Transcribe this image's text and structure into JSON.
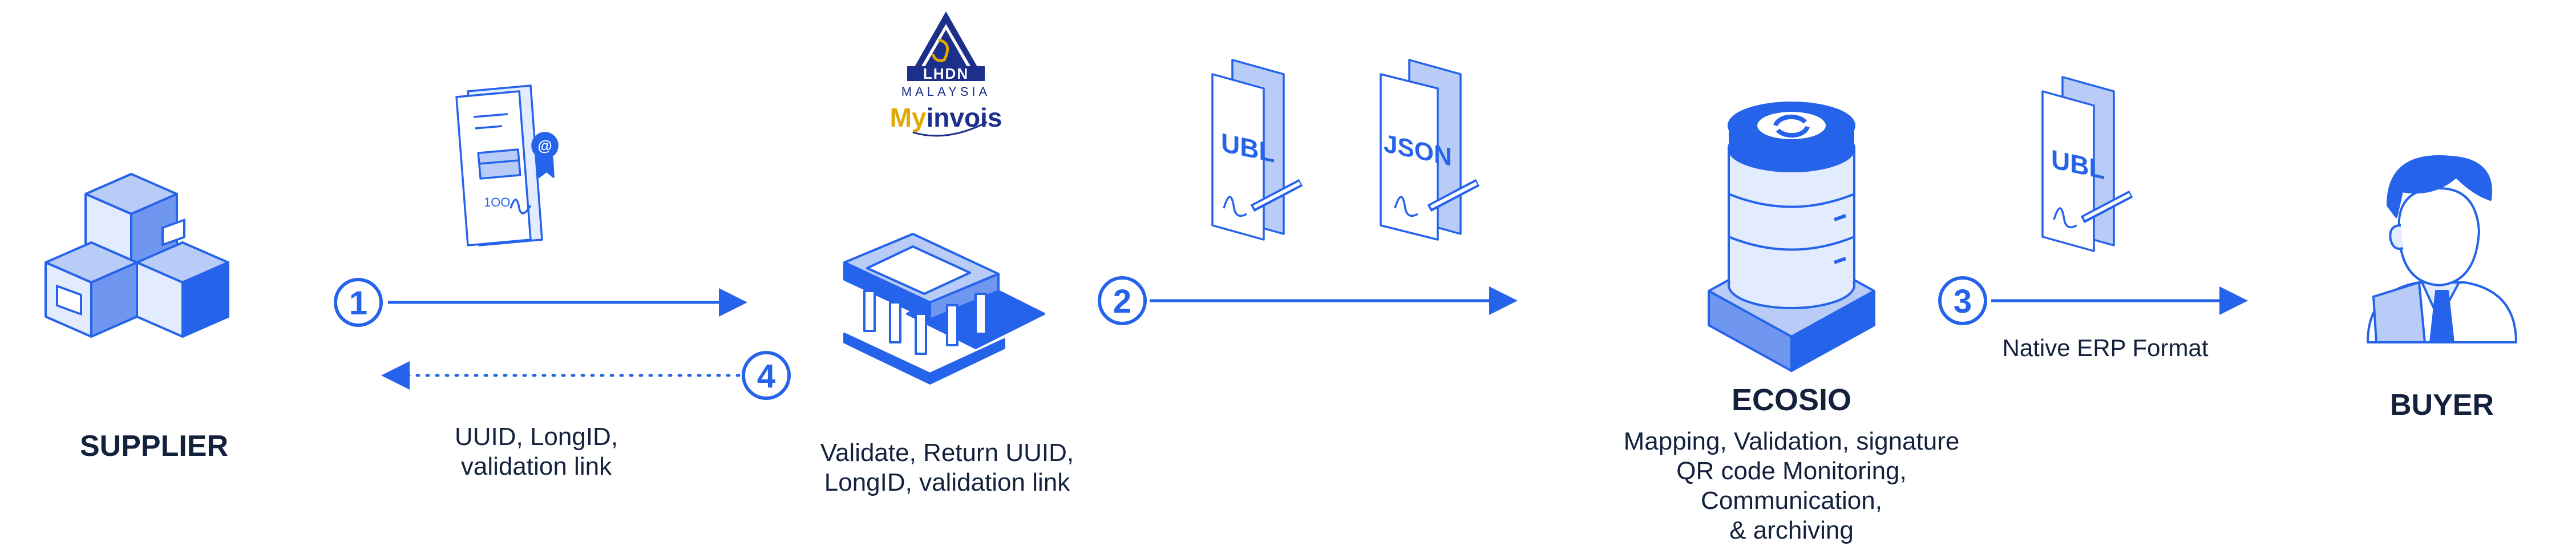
{
  "colors": {
    "accent": "#2563eb",
    "light_blue": "#b8ccf7",
    "pale_blue": "#e3ebff",
    "dark_text": "#14213d",
    "gold": "#e0a800"
  },
  "logo": {
    "org": "LHDN",
    "country": "MALAYSIA",
    "product_my": "My",
    "product_invois": "invois"
  },
  "nodes": {
    "supplier": {
      "label": "SUPPLIER",
      "icon": "boxes-icon"
    },
    "authority": {
      "label": "Validate, Return UUID,\nLongID, validation link",
      "icon": "government-building-icon"
    },
    "ecosio": {
      "title": "ECOSIO",
      "description": "Mapping, Validation, signature\nQR code Monitoring,\nCommunication,\n& archiving",
      "icon": "server-icon"
    },
    "buyer": {
      "label": "BUYER",
      "icon": "person-icon"
    }
  },
  "documents": {
    "ubl_1": "UBL",
    "json": "JSON",
    "ubl_2": "UBL",
    "invoice_icon": "signed-invoice-icon"
  },
  "steps": {
    "s1": "1",
    "s2": "2",
    "s3": "3",
    "s4": "4"
  },
  "edge_labels": {
    "return_info": "UUID, LongID,\nvalidation link",
    "native_format": "Native ERP Format"
  }
}
